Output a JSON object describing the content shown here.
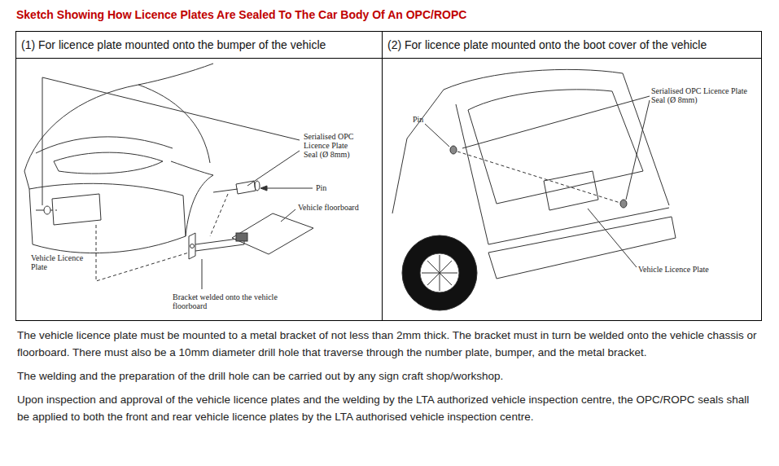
{
  "diagram": {
    "title": "Sketch Showing How Licence Plates Are Sealed To The Car Body Of An OPC/ROPC",
    "nodes": [
      {
        "text": [
          "(1) For licence plate mounted onto the bumper of the vehicle"
        ]
      },
      {
        "text": [
          "(2) For licence plate mounted onto the boot cover of the vehicle"
        ]
      }
    ],
    "labels": [
      "Serialised OPC Licence Plate Seal (Ø 8mm)",
      "Pin",
      "Vehicle floorboard",
      "Vehicle Licence Plate",
      "Bracket welded onto the vehicle floorboard",
      "Pin",
      "Serialised OPC Licence Plate Seal (Ø 8mm)",
      "Vehicle Licence Plate",
      "The vehicle licence plate must be mounted to a metal bracket of not less than 2mm thick. The bracket must in turn be welded onto the vehicle chassis or floorboard. There must also be a 10mm diameter drill hole that traverse through the number plate, bumper, and the metal bracket.",
      "The welding and the preparation of the drill hole can be carried out by any sign craft shop/workshop.",
      "Upon inspection and approval of the vehicle licence plates and the welding by the LTA authorized vehicle inspection centre, the OPC/ROPC seals shall be applied to both the front and rear vehicle licence plates by the LTA authorised vehicle inspection centre."
    ]
  }
}
